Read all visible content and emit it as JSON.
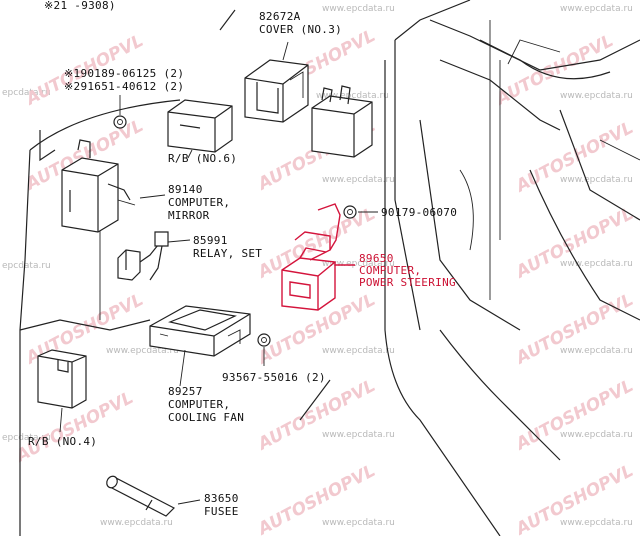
{
  "header": {
    "text": "※21    -9308)"
  },
  "watermarks": {
    "site": "www.epcdata.ru",
    "site_short": "epcdata.ru",
    "shop": "AUTOSHOPVL"
  },
  "parts": [
    {
      "id": "cover",
      "number": "82672A",
      "name_lines": [
        "COVER (NO.3)"
      ],
      "highlighted": false
    },
    {
      "id": "bolts",
      "number": "",
      "name_lines": [
        "※190189-06125 (2)",
        "※291651-40612 (2)"
      ],
      "highlighted": false
    },
    {
      "id": "rb6",
      "number": "",
      "name_lines": [
        "R/B (NO.6)"
      ],
      "highlighted": false
    },
    {
      "id": "mirror",
      "number": "89140",
      "name_lines": [
        "COMPUTER,",
        "MIRROR"
      ],
      "highlighted": false
    },
    {
      "id": "relay",
      "number": "85991",
      "name_lines": [
        "RELAY, SET"
      ],
      "highlighted": false
    },
    {
      "id": "nut",
      "number": "90179-06070",
      "name_lines": [],
      "highlighted": false
    },
    {
      "id": "ps",
      "number": "89650",
      "name_lines": [
        "COMPUTER,",
        "POWER STEERING"
      ],
      "highlighted": true
    },
    {
      "id": "screw",
      "number": "93567-55016 (2)",
      "name_lines": [],
      "highlighted": false
    },
    {
      "id": "fan",
      "number": "89257",
      "name_lines": [
        "COMPUTER,",
        "COOLING FAN"
      ],
      "highlighted": false
    },
    {
      "id": "rb4",
      "number": "",
      "name_lines": [
        "R/B (NO.4)"
      ],
      "highlighted": false
    },
    {
      "id": "fusee",
      "number": "83650",
      "name_lines": [
        "FUSEE"
      ],
      "highlighted": false
    }
  ],
  "colors": {
    "line": "#222222",
    "highlight": "#cc1133",
    "watermark": "#f2c9cf"
  }
}
